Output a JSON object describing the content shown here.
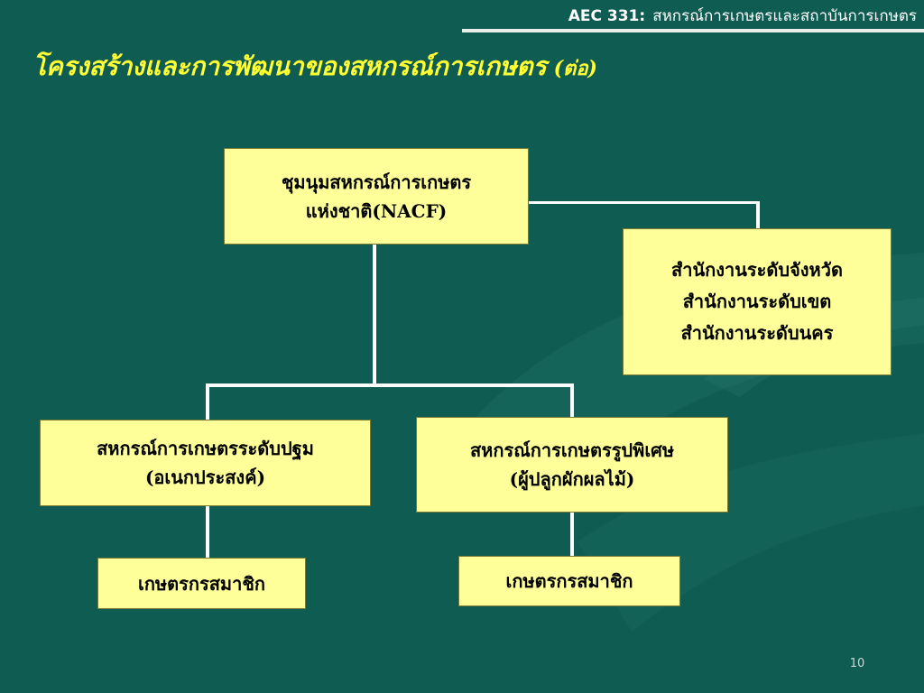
{
  "header": {
    "course": "AEC 331:",
    "subtitle": "สหกรณ์การเกษตรและสถาบันการเกษตร"
  },
  "title": {
    "main": "โครงสร้างและการพัฒนาของสหกรณ์การเกษตร",
    "suffix": "(ต่อ)"
  },
  "nodes": {
    "nacf": {
      "line1": "ชุมนุมสหกรณ์การเกษตร",
      "line2": "แห่งชาติ(NACF)"
    },
    "offices": {
      "line1": "สำนักงานระดับจังหวัด",
      "line2": "สำนักงานระดับเขต",
      "line3": "สำนักงานระดับนคร"
    },
    "primary": {
      "line1": "สหกรณ์การเกษตรระดับปฐม",
      "line2": "(อเนกประสงค์)"
    },
    "special": {
      "line1": "สหกรณ์การเกษตรรูปพิเศษ",
      "line2": "(ผู้ปลูกผักผลไม้)"
    },
    "members_left": {
      "label": "เกษตรกรสมาชิก"
    },
    "members_right": {
      "label": "เกษตรกรสมาชิก"
    }
  },
  "page_number": "10",
  "colors": {
    "background": "#0f5c52",
    "box_fill": "#ffff99",
    "title_text": "#ffff33",
    "connector": "#ffffff"
  }
}
